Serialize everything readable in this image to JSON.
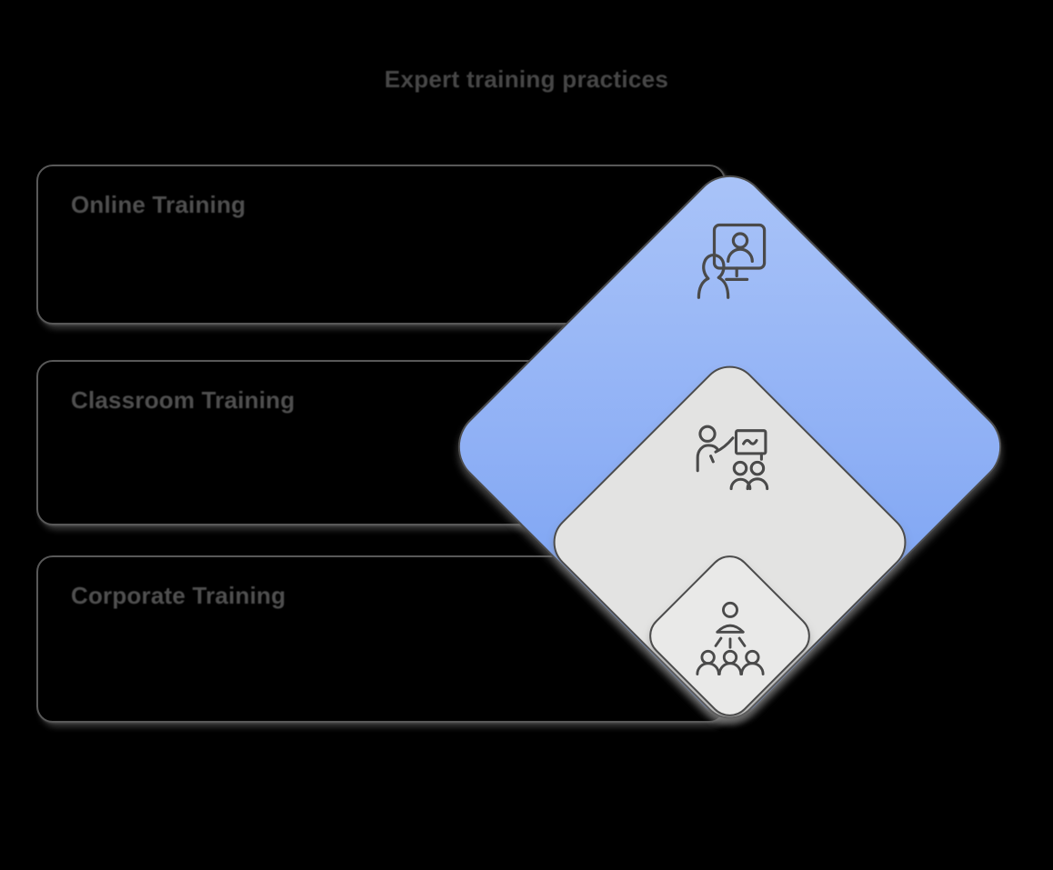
{
  "title": "Expert training practices",
  "boxes": [
    {
      "label": "Online Training"
    },
    {
      "label": "Classroom Training"
    },
    {
      "label": "Corporate Training"
    }
  ],
  "pyramid": {
    "layers": [
      {
        "name": "online-training",
        "icon": "online-meeting-screen-icon",
        "fill_top": "#AAC4F8",
        "fill_bottom": "#6D9AF1",
        "border": "#4C4C4C"
      },
      {
        "name": "classroom-training",
        "icon": "teacher-board-students-icon",
        "fill": "#E3E3E2",
        "border": "#4C4C4C"
      },
      {
        "name": "corporate-training",
        "icon": "presenter-with-audience-icon",
        "fill": "#E9E9E8",
        "border": "#4C4C4C"
      }
    ]
  },
  "colors": {
    "background": "#000000",
    "title_text": "#474747",
    "label_text": "#4F4F4F",
    "box_border": "#585858",
    "icon_stroke": "#4A4A4A"
  }
}
